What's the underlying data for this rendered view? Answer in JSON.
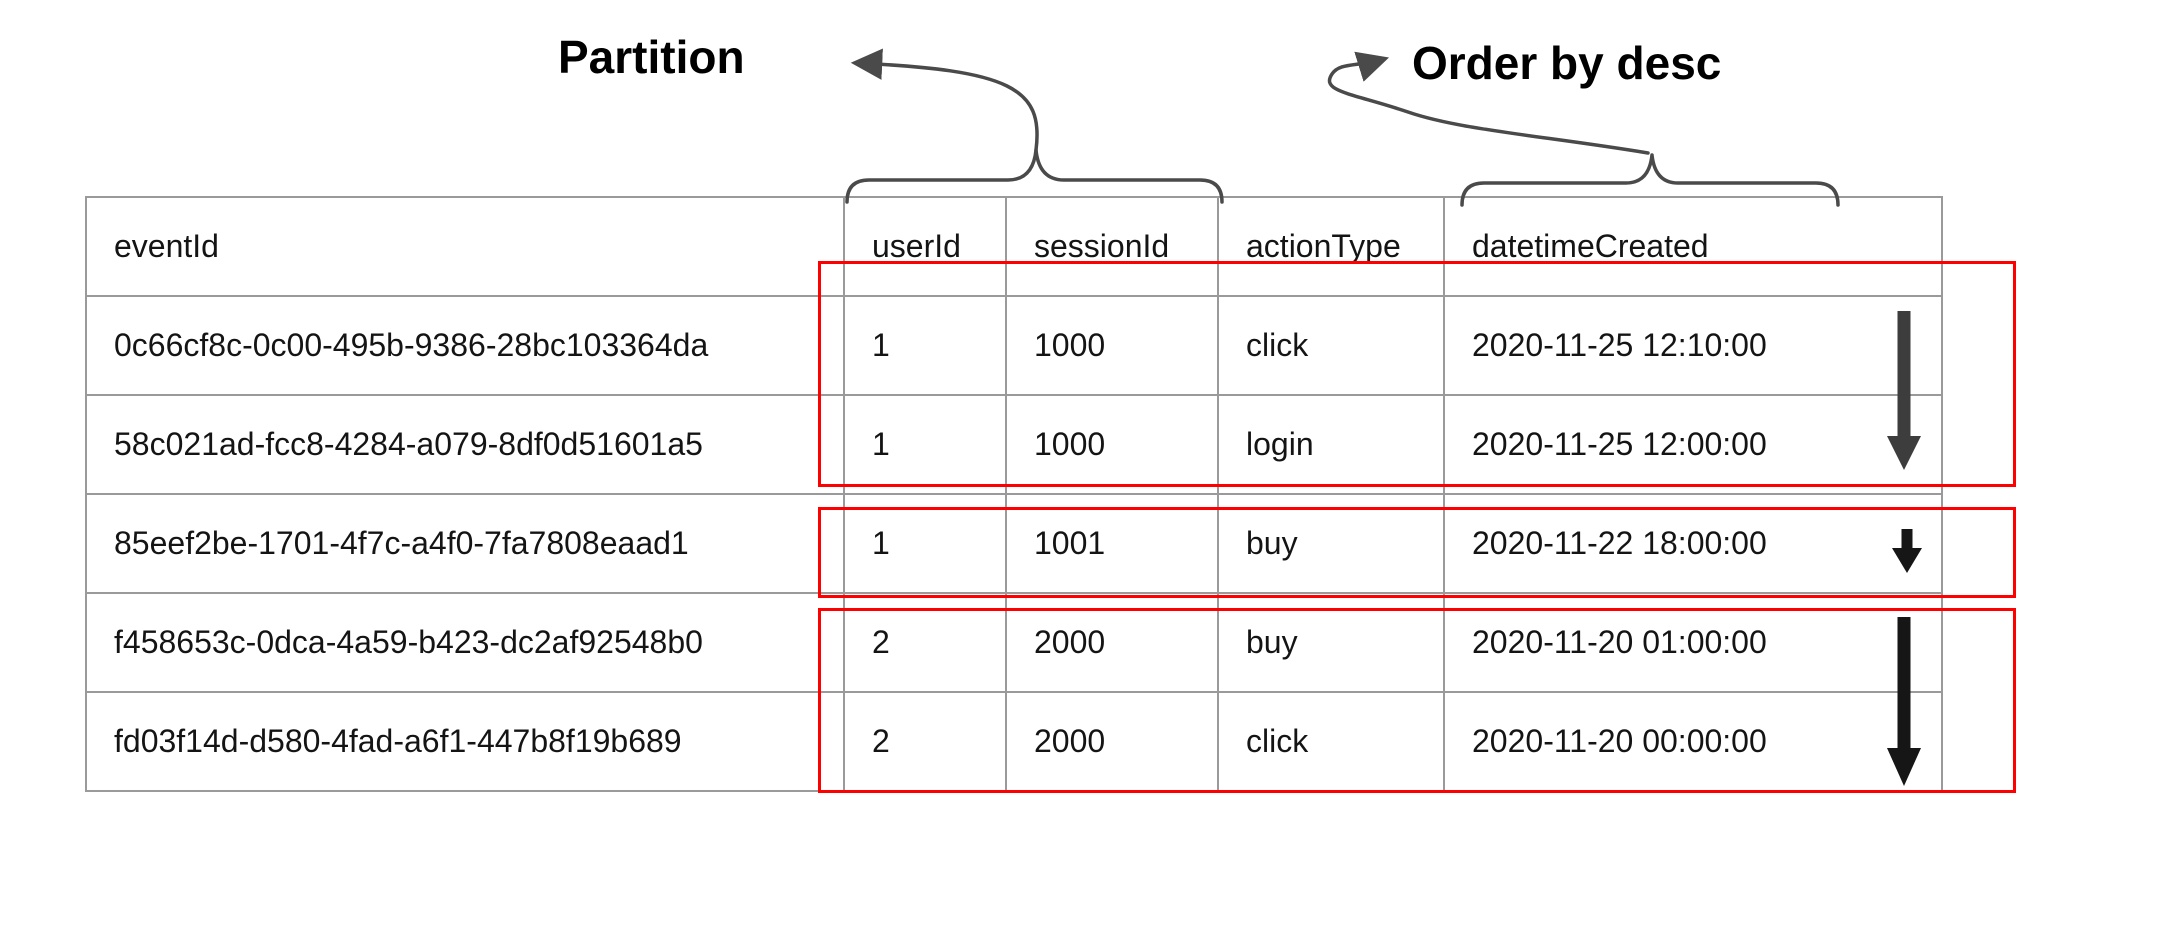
{
  "annotations": {
    "partition_label": "Partition",
    "order_by_label": "Order by desc"
  },
  "table": {
    "columns": [
      "eventId",
      "userId",
      "sessionId",
      "actionType",
      "datetimeCreated"
    ],
    "rows": [
      [
        "0c66cf8c-0c00-495b-9386-28bc103364da",
        "1",
        "1000",
        "click",
        "2020-11-25 12:10:00"
      ],
      [
        "58c021ad-fcc8-4284-a079-8df0d51601a5",
        "1",
        "1000",
        "login",
        "2020-11-25 12:00:00"
      ],
      [
        "85eef2be-1701-4f7c-a4f0-7fa7808eaad1",
        "1",
        "1001",
        "buy",
        "2020-11-22 18:00:00"
      ],
      [
        "f458653c-0dca-4a59-b423-dc2af92548b0",
        "2",
        "2000",
        "buy",
        "2020-11-20 01:00:00"
      ],
      [
        "fd03f14d-d580-4fad-a6f1-447b8f19b689",
        "2",
        "2000",
        "click",
        "2020-11-20 00:00:00"
      ]
    ],
    "partition_key_columns": [
      "userId",
      "sessionId"
    ],
    "order_by_column": "datetimeCreated",
    "order_direction": "desc"
  },
  "highlight_boxes": [
    {
      "rows": [
        "0c66cf8c-0c00-495b-9386-28bc103364da",
        "58c021ad-fcc8-4284-a079-8df0d51601a5"
      ]
    },
    {
      "rows": [
        "85eef2be-1701-4f7c-a4f0-7fa7808eaad1"
      ]
    },
    {
      "rows": [
        "f458653c-0dca-4a59-b423-dc2af92548b0",
        "fd03f14d-d580-4fad-a6f1-447b8f19b689"
      ]
    }
  ],
  "colors": {
    "grid_border": "#9a9a9a",
    "highlight_red": "#ff0000",
    "annotation_gray": "#4a4a4a",
    "sort_arrow_dark": "#161616",
    "text": "#141414",
    "background": "#ffffff"
  }
}
